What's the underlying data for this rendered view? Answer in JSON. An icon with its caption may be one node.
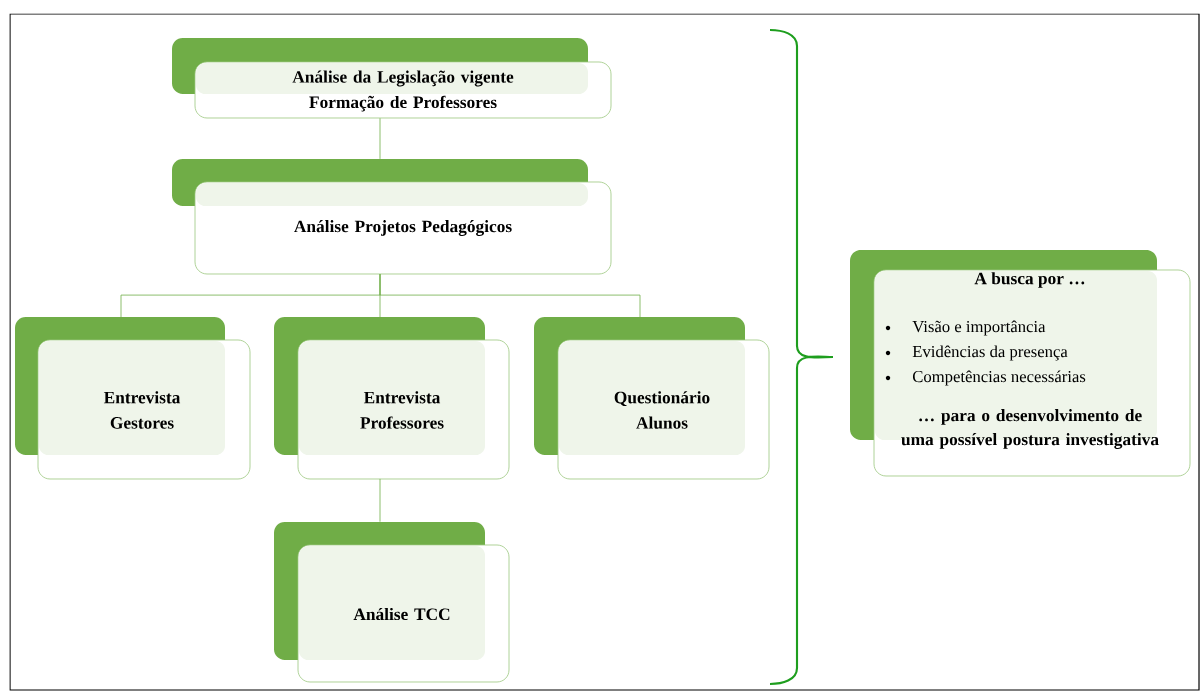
{
  "diagram": {
    "nodes": [
      {
        "text": [
          "Análise da Legislação vigente Formação de Professores"
        ]
      },
      {
        "text": [
          "Análise Projetos Pedagógicos"
        ]
      },
      {
        "text": [
          "Entrevista Gestores"
        ]
      },
      {
        "text": [
          "Entrevista Professores"
        ]
      },
      {
        "text": [
          "Questionário Alunos"
        ]
      },
      {
        "text": [
          "Análise TCC"
        ]
      },
      {
        "text": [
          "A busca por …",
          "Visão e importância",
          "Evidências da presença",
          "Competências necessárias",
          "… para o desenvolvimento de uma possível postura investigativa"
        ]
      }
    ],
    "edges": [
      {
        "from": 0,
        "to": 1,
        "arrow": "none"
      },
      {
        "from": 1,
        "to": 2,
        "arrow": "none"
      },
      {
        "from": 1,
        "to": 3,
        "arrow": "none"
      },
      {
        "from": 1,
        "to": 4,
        "arrow": "none"
      },
      {
        "from": 3,
        "to": 5,
        "arrow": "none"
      }
    ]
  }
}
